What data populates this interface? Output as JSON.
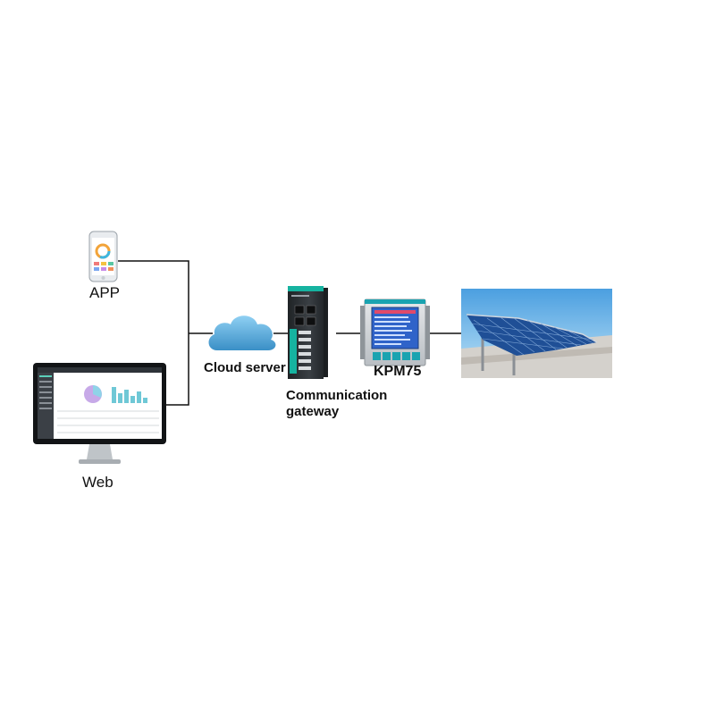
{
  "nodes": {
    "app": {
      "label": "APP",
      "icon": "smartphone-icon"
    },
    "web": {
      "label": "Web",
      "icon": "desktop-monitor-icon"
    },
    "cloud": {
      "label": "Cloud server",
      "icon": "cloud-icon"
    },
    "gateway": {
      "line1": "Communication",
      "line2": "gateway",
      "icon": "gateway-device-icon"
    },
    "meter": {
      "label": "KPM75",
      "icon": "power-meter-icon"
    },
    "solar": {
      "icon": "solar-panel-array-icon"
    }
  },
  "colors": {
    "connector": "#111111",
    "cloud": "#4aa3d6",
    "gateway_body": "#2b2f33",
    "gateway_accent": "#16b3a0",
    "meter_screen": "#2f63c9",
    "sky": "#7cc3ee"
  }
}
